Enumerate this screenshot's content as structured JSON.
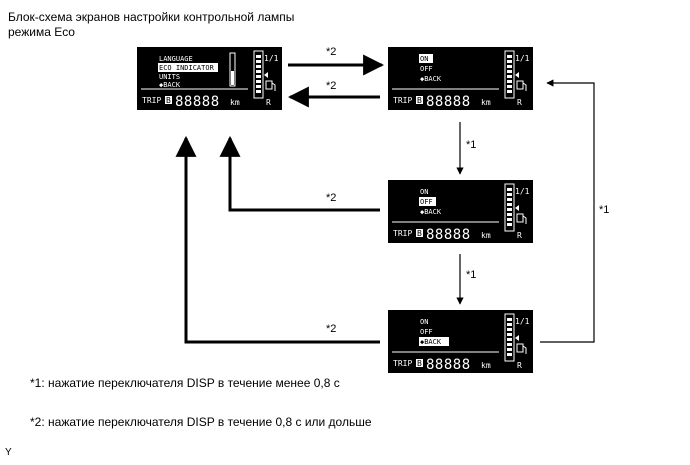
{
  "title": {
    "line1": "Блок-схема экранов настройки контрольной лампы",
    "line2": "режима Eco"
  },
  "screens": {
    "main_menu": {
      "items": [
        "LANGUAGE",
        "ECO INDICATOR",
        "UNITS",
        "◆BACK"
      ],
      "selected": "ECO INDICATOR"
    },
    "eco_on": {
      "items": [
        "ON",
        "OFF",
        "◆BACK"
      ],
      "selected": "ON"
    },
    "eco_off": {
      "items": [
        "ON",
        "OFF",
        "◆BACK"
      ],
      "selected": "OFF"
    },
    "eco_back": {
      "items": [
        "ON",
        "OFF",
        "◆BACK"
      ],
      "selected": "◆BACK"
    },
    "common": {
      "trip_label": "TRIP",
      "trip_letter": "B",
      "odometer": "88888",
      "unit": "km",
      "gauge_top": "1/1",
      "gauge_bottom": "R"
    }
  },
  "arrows": {
    "short_press": "*1",
    "long_press": "*2"
  },
  "notes": {
    "note1": "*1: нажатие переключателя DISP в течение менее 0,8 с",
    "note2": "*2: нажатие переключателя DISP в течение 0,8 с или дольше"
  },
  "corner_mark": "Y"
}
